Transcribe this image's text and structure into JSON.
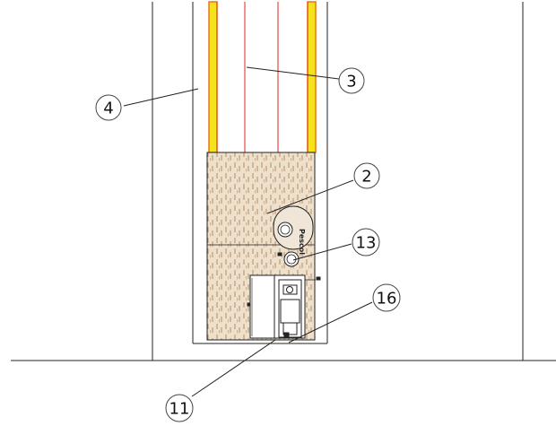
{
  "callouts": [
    {
      "id": "4",
      "label": "4"
    },
    {
      "id": "3",
      "label": "3"
    },
    {
      "id": "2",
      "label": "2"
    },
    {
      "id": "13",
      "label": "13"
    },
    {
      "id": "16",
      "label": "16"
    },
    {
      "id": "11",
      "label": "11"
    }
  ],
  "panel_marks": {
    "vertical_text": "Pescol"
  },
  "colors": {
    "line": "#222222",
    "red_line": "#e02020",
    "yellow_fill": "#f5e21c",
    "orange_edge": "#e8761b",
    "wood_fill": "#ecdcc6",
    "wood_grain": "#8a6a45"
  }
}
